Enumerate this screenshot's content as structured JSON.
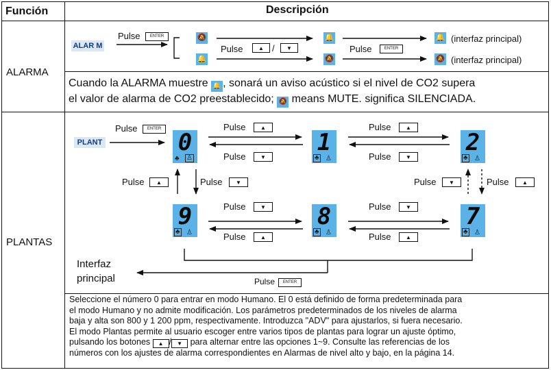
{
  "header": {
    "col1": "Función",
    "col2": "Descripción"
  },
  "labels": {
    "pulse": "Pulse",
    "enter_key": "ENTER",
    "up_key": "▲",
    "down_key": "▼",
    "slash": "/"
  },
  "alarma": {
    "row_label": "ALARMA",
    "tag": "ALAR M",
    "result_top": "(interfaz principal)",
    "result_bottom": "(interfaz principal)",
    "note_part1": "Cuando la ALARMA muestre",
    "note_part2": ", sonará un aviso acústico si el nivel de CO2 supera",
    "note_part3": "el valor de alarma de CO2 preestablecido;",
    "note_part4": "means MUTE. significa SILENCIADA."
  },
  "plantas": {
    "row_label": "PLANTAS",
    "tag": "PLANT",
    "digits": [
      "0",
      "1",
      "2",
      "9",
      "8",
      "7"
    ],
    "interfaz_line1": "Interfaz",
    "interfaz_line2": "principal",
    "note_lines": [
      "Seleccione el número 0 para entrar en modo Humano. El 0 está definido de forma predeterminada para",
      "el modo Humano y no admite modificación. Los parámetros predeterminados de los niveles de alarma",
      "baja y alta son 800 y 1 200 ppm, respectivamente. Introduzca \"ADV\" para ajustarlos, si fuera necesario.",
      "El modo Plantas permite al usuario escoger entre varios tipos de plantas para lograr un ajuste óptimo,",
      "números con los ajustes de alarma correspondientes en Alarmas de nivel alto y bajo, en la página 14."
    ],
    "note_line6_a": "pulsando los botones",
    "note_line6_b": "para alternar entre las opciones 1~9. Consulte las referencias de los"
  },
  "icons": {
    "bell": "bell-icon",
    "bell_mute": "bell-mute-icon",
    "person": "person-icon",
    "plant": "plant-icon"
  },
  "colors": {
    "lcd": "#5ab2e6",
    "tag_text": "#123a8c",
    "tag_bg": "#dbe8f4"
  }
}
